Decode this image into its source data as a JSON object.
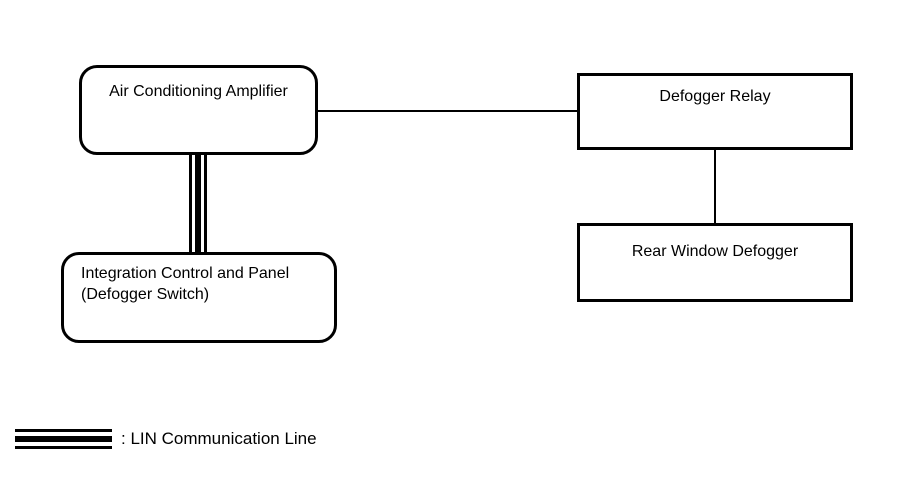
{
  "boxes": {
    "ac_amplifier": {
      "label": "Air Conditioning Amplifier"
    },
    "integration_panel": {
      "lines": [
        "Integration Control and Panel",
        "(Defogger Switch)"
      ]
    },
    "defogger_relay": {
      "label": "Defogger Relay"
    },
    "rear_window_defogger": {
      "label": "Rear Window Defogger"
    }
  },
  "connections": {
    "amplifier_to_relay": "single-wire",
    "relay_to_rear_defogger": "single-wire",
    "amplifier_to_integration_panel": "lin-triple-line"
  },
  "legend": {
    "symbol": "lin-triple-line-icon",
    "label": ": LIN Communication Line"
  },
  "colors": {
    "line": "#000000",
    "background": "#ffffff"
  }
}
